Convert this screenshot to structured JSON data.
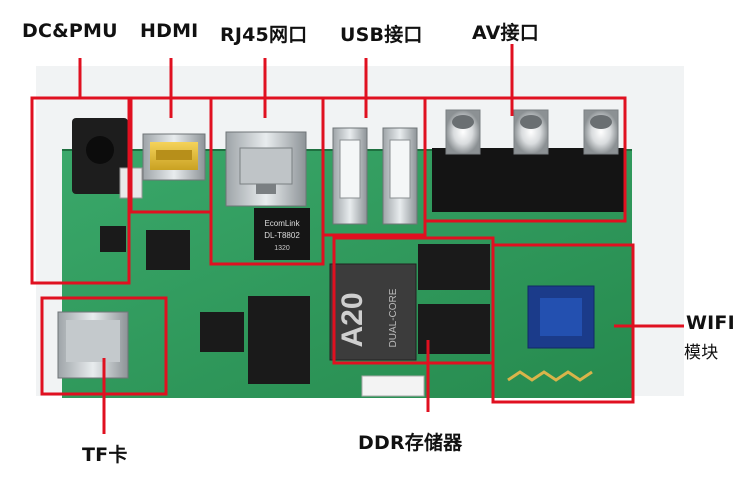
{
  "labels": {
    "dc_pmu": "DC&PMU",
    "hdmi": "HDMI",
    "rj45": "RJ45网口",
    "usb": "USB接口",
    "av": "AV接口",
    "wifi_line1": "WIFI",
    "wifi_line2": "模块",
    "tf": "TF卡",
    "ddr": "DDR存储器"
  },
  "chip_text": {
    "soc": "A20",
    "soc_sub": "DUAL-CORE",
    "eth_chip_line1": "EcomLink",
    "eth_chip_line2": "DL-T8802",
    "eth_chip_line3": "1320"
  },
  "colors": {
    "highlight": "#e01020",
    "board": "#2f9e5c"
  }
}
